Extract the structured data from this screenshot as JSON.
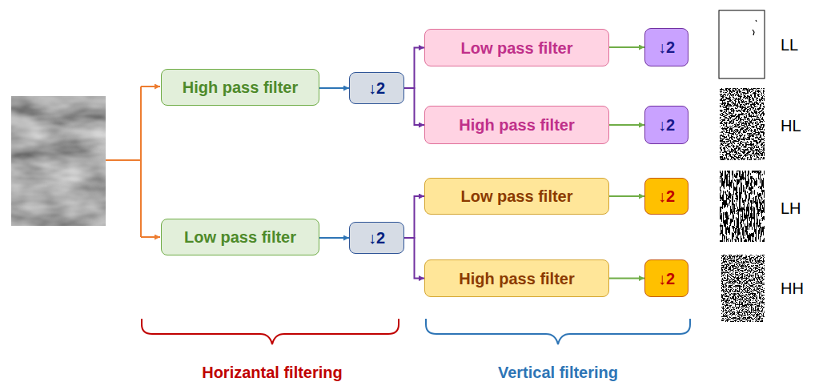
{
  "diagram": {
    "nodes": [
      {
        "text": [
          "High pass filter"
        ]
      },
      {
        "text": [
          "↓2"
        ]
      },
      {
        "text": [
          "Low pass filter"
        ]
      },
      {
        "text": [
          "↓2"
        ]
      },
      {
        "text": [
          "High pass filter"
        ]
      },
      {
        "text": [
          "↓2"
        ]
      },
      {
        "text": [
          "Low pass filter"
        ]
      },
      {
        "text": [
          "↓2"
        ]
      },
      {
        "text": [
          "Low pass filter"
        ]
      },
      {
        "text": [
          "↓2"
        ]
      },
      {
        "text": [
          "High pass filter"
        ]
      },
      {
        "text": [
          "↓2"
        ]
      }
    ],
    "edges": [
      {
        "from": 0,
        "to": 1,
        "arrow": "to"
      },
      {
        "from": 1,
        "to": 2,
        "arrow": "to"
      },
      {
        "from": 1,
        "to": 4,
        "arrow": "to"
      },
      {
        "from": 2,
        "to": 3,
        "arrow": "to"
      },
      {
        "from": 4,
        "to": 5,
        "arrow": "to"
      },
      {
        "from": 6,
        "to": 7,
        "arrow": "to"
      },
      {
        "from": 7,
        "to": 8,
        "arrow": "to"
      },
      {
        "from": 7,
        "to": 10,
        "arrow": "to"
      },
      {
        "from": 8,
        "to": 9,
        "arrow": "to"
      },
      {
        "from": 10,
        "to": 11,
        "arrow": "to"
      }
    ],
    "labels": [
      "LL",
      "HL",
      "LH",
      "HH",
      "Horizantal filtering",
      "Vertical filtering"
    ]
  }
}
